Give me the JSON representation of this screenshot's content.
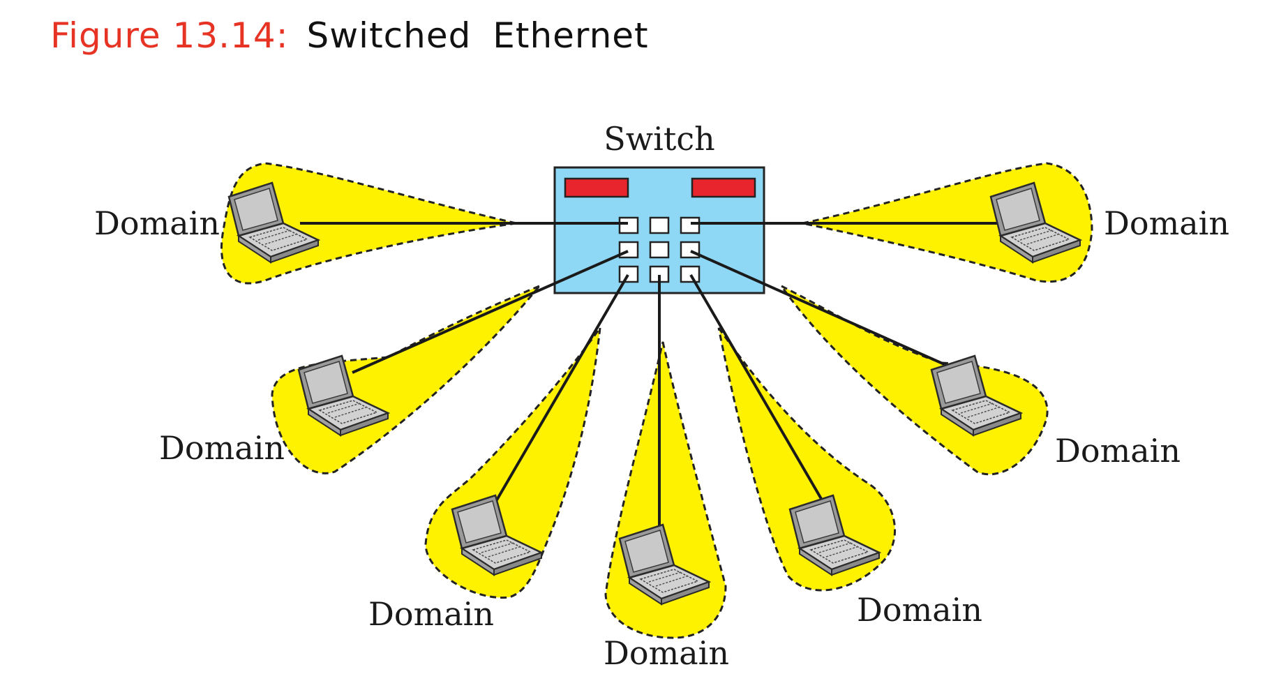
{
  "title": {
    "figure_number": "Figure 13.14:",
    "name": "Switched Ethernet"
  },
  "switch": {
    "label": "Switch"
  },
  "domains": [
    {
      "id": "top-left",
      "label": "Domain"
    },
    {
      "id": "top-right",
      "label": "Domain"
    },
    {
      "id": "mid-left",
      "label": "Domain"
    },
    {
      "id": "mid-right",
      "label": "Domain"
    },
    {
      "id": "bottom-left",
      "label": "Domain"
    },
    {
      "id": "bottom-center",
      "label": "Domain"
    },
    {
      "id": "bottom-right",
      "label": "Domain"
    }
  ],
  "colors": {
    "domain_fill": "#fff200",
    "switch_fill": "#8fd8f5",
    "switch_indicator": "#e8242c",
    "title_accent": "#e63324"
  }
}
